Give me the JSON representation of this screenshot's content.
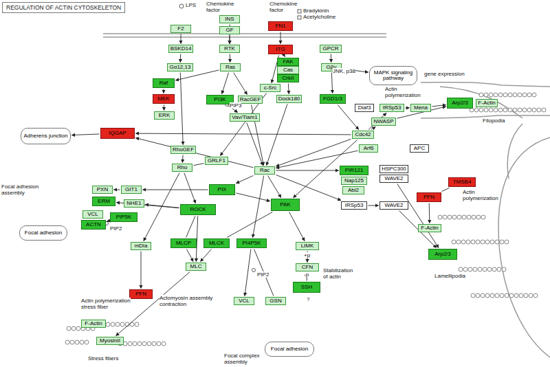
{
  "diagram": {
    "title": "REGULATION OF ACTIN CYTOSKELETON",
    "nodes": [
      {
        "text": [
          "F2"
        ]
      },
      {
        "text": [
          "INS"
        ]
      },
      {
        "text": [
          "GF"
        ]
      },
      {
        "text": [
          "FN1"
        ]
      },
      {
        "text": [
          "BSKD14"
        ]
      },
      {
        "text": [
          "RTK"
        ]
      },
      {
        "text": [
          "ITG"
        ]
      },
      {
        "text": [
          "GPCR"
        ]
      },
      {
        "text": [
          "Gα12,13"
        ]
      },
      {
        "text": [
          "Ras"
        ]
      },
      {
        "text": [
          "FAK"
        ]
      },
      {
        "text": [
          "Cas"
        ]
      },
      {
        "text": [
          "CrkII"
        ]
      },
      {
        "text": [
          "Gβγ"
        ]
      },
      {
        "text": [
          "Raf"
        ]
      },
      {
        "text": [
          "PI3K"
        ]
      },
      {
        "text": [
          "c-Src"
        ]
      },
      {
        "text": [
          "RacGEF"
        ]
      },
      {
        "text": [
          "Dock180"
        ]
      },
      {
        "text": [
          "FGD1/3"
        ]
      },
      {
        "text": [
          "MEK"
        ]
      },
      {
        "text": [
          "Vav/Tiam1"
        ]
      },
      {
        "text": [
          "ERK"
        ]
      },
      {
        "text": [
          "MAPK signaling pathway"
        ]
      },
      {
        "text": [
          "Diaf3"
        ]
      },
      {
        "text": [
          "IRSp53"
        ]
      },
      {
        "text": [
          "Mena"
        ]
      },
      {
        "text": [
          "Arp2/3"
        ]
      },
      {
        "text": [
          "F-Actin"
        ]
      },
      {
        "text": [
          "NWASP"
        ]
      },
      {
        "text": [
          "Cdc42"
        ]
      },
      {
        "text": [
          "Adherens junction"
        ]
      },
      {
        "text": [
          "IQGAP"
        ]
      },
      {
        "text": [
          "Arf6"
        ]
      },
      {
        "text": [
          "APC"
        ]
      },
      {
        "text": [
          "RhoGEF"
        ]
      },
      {
        "text": [
          "Rac"
        ]
      },
      {
        "text": [
          "GRLF1"
        ]
      },
      {
        "text": [
          "Rho"
        ]
      },
      {
        "text": [
          "PIR121"
        ]
      },
      {
        "text": [
          "HSPC300"
        ]
      },
      {
        "text": [
          "WAVE2"
        ]
      },
      {
        "text": [
          "TMSB4"
        ]
      },
      {
        "text": [
          "Nap125"
        ]
      },
      {
        "text": [
          "Abi2"
        ]
      },
      {
        "text": [
          "PXN"
        ]
      },
      {
        "text": [
          "GIT1"
        ]
      },
      {
        "text": [
          "PIX"
        ]
      },
      {
        "text": [
          "ERM"
        ]
      },
      {
        "text": [
          "NHE1"
        ]
      },
      {
        "text": [
          "PAK"
        ]
      },
      {
        "text": [
          "IRSp53"
        ]
      },
      {
        "text": [
          "WAVE2"
        ]
      },
      {
        "text": [
          "PFN"
        ]
      },
      {
        "text": [
          "Focal adhesion"
        ]
      },
      {
        "text": [
          "VCL"
        ]
      },
      {
        "text": [
          "ACTN"
        ]
      },
      {
        "text": [
          "PIP5K"
        ]
      },
      {
        "text": [
          "ROCK"
        ]
      },
      {
        "text": [
          "F-Actin"
        ]
      },
      {
        "text": [
          "mDia"
        ]
      },
      {
        "text": [
          "MLCP"
        ]
      },
      {
        "text": [
          "MLCK"
        ]
      },
      {
        "text": [
          "PI4P5K"
        ]
      },
      {
        "text": [
          "LIMK"
        ]
      },
      {
        "text": [
          "Arp2/3"
        ]
      },
      {
        "text": [
          "MLC"
        ]
      },
      {
        "text": [
          "CFN"
        ]
      },
      {
        "text": [
          "SSH"
        ]
      },
      {
        "text": [
          "PFN"
        ]
      },
      {
        "text": [
          "VCL"
        ]
      },
      {
        "text": [
          "GSN"
        ]
      },
      {
        "text": [
          "F-Actin"
        ]
      },
      {
        "text": [
          "MyosinII"
        ]
      },
      {
        "text": [
          "Focal adhesion"
        ]
      }
    ],
    "edges": [
      {
        "from": 0,
        "to": 4,
        "arrow": "to"
      },
      {
        "from": 1,
        "to": 5,
        "arrow": "to"
      },
      {
        "from": 2,
        "to": 5,
        "arrow": "to"
      },
      {
        "from": 3,
        "to": 6,
        "arrow": "to"
      },
      {
        "from": 6,
        "to": 10,
        "arrow": "to"
      },
      {
        "from": 7,
        "to": 13,
        "arrow": "to"
      },
      {
        "from": 4,
        "to": 8,
        "arrow": "to"
      },
      {
        "from": 5,
        "to": 9,
        "arrow": "to"
      },
      {
        "from": 9,
        "to": 14,
        "arrow": "to"
      },
      {
        "from": 14,
        "to": 20,
        "arrow": "to"
      },
      {
        "from": 20,
        "to": 22,
        "arrow": "to"
      },
      {
        "from": 9,
        "to": 15,
        "arrow": "to"
      },
      {
        "from": 9,
        "to": 17,
        "arrow": "to"
      },
      {
        "from": 6,
        "to": 16,
        "arrow": "to"
      },
      {
        "from": 12,
        "to": 18,
        "arrow": "to"
      },
      {
        "from": 13,
        "to": 19,
        "arrow": "to"
      },
      {
        "from": 19,
        "to": 30,
        "arrow": "to"
      },
      {
        "from": 8,
        "to": 35,
        "arrow": "to"
      },
      {
        "from": 35,
        "to": 38,
        "arrow": "to"
      },
      {
        "from": 38,
        "to": 58,
        "arrow": "to"
      },
      {
        "from": 38,
        "to": 60,
        "arrow": "to"
      },
      {
        "from": 15,
        "to": 21,
        "arrow": "to"
      },
      {
        "from": 17,
        "to": 36,
        "arrow": "to"
      },
      {
        "from": 21,
        "to": 36,
        "arrow": "to"
      },
      {
        "from": 18,
        "to": 36,
        "arrow": "to"
      },
      {
        "from": 30,
        "to": 36,
        "arrow": "to"
      },
      {
        "from": 30,
        "to": 25,
        "arrow": "to"
      },
      {
        "from": 25,
        "to": 26,
        "arrow": "to"
      },
      {
        "from": 26,
        "to": 27,
        "arrow": "to"
      },
      {
        "from": 29,
        "to": 27,
        "arrow": "to"
      },
      {
        "from": 30,
        "to": 29,
        "arrow": "to"
      },
      {
        "from": 33,
        "to": 36,
        "arrow": "to"
      },
      {
        "from": 36,
        "to": 39,
        "arrow": "to"
      },
      {
        "from": 36,
        "to": 51,
        "arrow": "to"
      },
      {
        "from": 51,
        "to": 52,
        "arrow": "to"
      },
      {
        "from": 52,
        "to": 65,
        "arrow": "to"
      },
      {
        "from": 41,
        "to": 65,
        "arrow": "to"
      },
      {
        "from": 36,
        "to": 50,
        "arrow": "to"
      },
      {
        "from": 30,
        "to": 50,
        "arrow": "to"
      },
      {
        "from": 36,
        "to": 47,
        "arrow": "to"
      },
      {
        "from": 47,
        "to": 50,
        "arrow": "to"
      },
      {
        "from": 36,
        "to": 32,
        "arrow": "to"
      },
      {
        "from": 30,
        "to": 32,
        "arrow": "to"
      },
      {
        "from": 32,
        "to": 31,
        "arrow": "to"
      },
      {
        "from": 58,
        "to": 61,
        "arrow": "none"
      },
      {
        "from": 58,
        "to": 66,
        "arrow": "to"
      },
      {
        "from": 61,
        "to": 66,
        "arrow": "to"
      },
      {
        "from": 62,
        "to": 66,
        "arrow": "to"
      },
      {
        "from": 60,
        "to": 69,
        "arrow": "to"
      },
      {
        "from": 50,
        "to": 62,
        "arrow": "none"
      },
      {
        "from": 50,
        "to": 64,
        "arrow": "to"
      },
      {
        "from": 64,
        "to": 67,
        "arrow": "to"
      },
      {
        "from": 68,
        "to": 67,
        "arrow": "to"
      },
      {
        "from": 36,
        "to": 63,
        "arrow": "to"
      },
      {
        "from": 63,
        "to": 70,
        "arrow": "to"
      },
      {
        "from": 63,
        "to": 71,
        "arrow": "none"
      },
      {
        "from": 58,
        "to": 49,
        "arrow": "to"
      },
      {
        "from": 58,
        "to": 48,
        "arrow": "to"
      },
      {
        "from": 47,
        "to": 46,
        "arrow": "to"
      },
      {
        "from": 46,
        "to": 45,
        "arrow": "to"
      },
      {
        "from": 57,
        "to": 56,
        "arrow": "to"
      },
      {
        "from": 37,
        "to": 38,
        "arrow": "none"
      },
      {
        "from": 16,
        "to": 37,
        "arrow": "to"
      },
      {
        "from": 13,
        "to": 23,
        "arrow": "to"
      },
      {
        "from": 53,
        "to": 59,
        "arrow": "to"
      },
      {
        "from": 42,
        "to": 53,
        "arrow": "none"
      },
      {
        "from": 66,
        "to": 73,
        "arrow": "to"
      }
    ],
    "labels": [
      "LPS",
      "Chemokine factor",
      "Chemokine factor",
      "Bradykinin",
      "Acetylcholine",
      "JNK, p38",
      "gene expression",
      "Actin polymerization",
      "Filopodia",
      "PIP3",
      "Focal adhesion assembly",
      "PIP2",
      "Actin polymerization",
      "Lamellipodia",
      "PIP2",
      "+p",
      "-p",
      "?",
      "Stabilization of actin",
      "Actin polymerization stress fiber",
      "Actomyosin assembly contraction",
      "Stress fibers",
      "Focal complex assembly"
    ]
  }
}
